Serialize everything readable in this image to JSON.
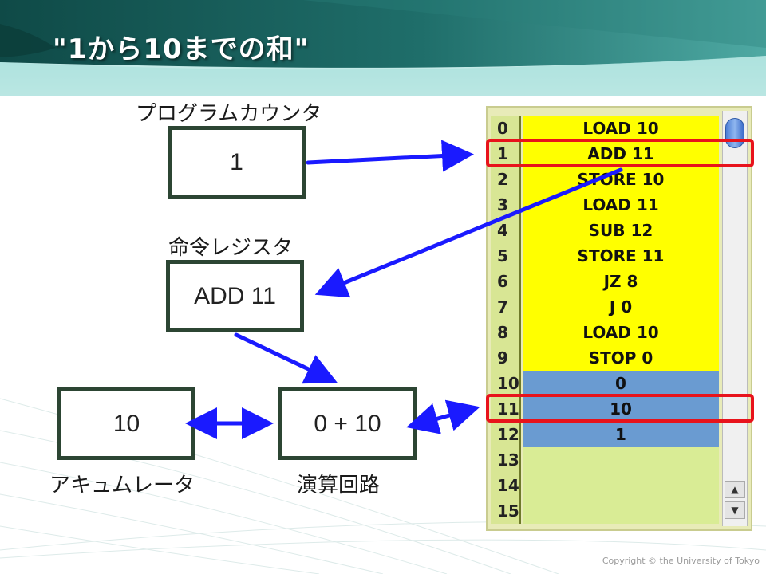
{
  "slide": {
    "title": "\"1から10までの和\"",
    "copyright": "Copyright © the University of Tokyo"
  },
  "labels": {
    "program_counter": "プログラムカウンタ",
    "instruction_register": "命令レジスタ",
    "accumulator": "アキュムレータ",
    "alu": "演算回路"
  },
  "registers": {
    "program_counter_value": "1",
    "instruction_register_value": "ADD 11",
    "accumulator_value": "10",
    "alu_value": "0 + 10"
  },
  "memory": {
    "rows": [
      {
        "addr": "0",
        "value": "LOAD  10",
        "kind": "instruction"
      },
      {
        "addr": "1",
        "value": "ADD  11",
        "kind": "instruction"
      },
      {
        "addr": "2",
        "value": "STORE  10",
        "kind": "instruction"
      },
      {
        "addr": "3",
        "value": "LOAD  11",
        "kind": "instruction"
      },
      {
        "addr": "4",
        "value": "SUB  12",
        "kind": "instruction"
      },
      {
        "addr": "5",
        "value": "STORE  11",
        "kind": "instruction"
      },
      {
        "addr": "6",
        "value": "JZ  8",
        "kind": "instruction"
      },
      {
        "addr": "7",
        "value": "J  0",
        "kind": "instruction"
      },
      {
        "addr": "8",
        "value": "LOAD  10",
        "kind": "instruction"
      },
      {
        "addr": "9",
        "value": "STOP  0",
        "kind": "instruction"
      },
      {
        "addr": "10",
        "value": "0",
        "kind": "data"
      },
      {
        "addr": "11",
        "value": "10",
        "kind": "data"
      },
      {
        "addr": "12",
        "value": "1",
        "kind": "data"
      },
      {
        "addr": "13",
        "value": "",
        "kind": "empty"
      },
      {
        "addr": "14",
        "value": "",
        "kind": "empty"
      },
      {
        "addr": "15",
        "value": "",
        "kind": "empty"
      }
    ],
    "highlighted_addresses": [
      "1",
      "11"
    ],
    "scroll_up_icon": "▲",
    "scroll_down_icon": "▼"
  },
  "colors": {
    "instruction_bg": "#ffff00",
    "data_bg": "#6a9bd1",
    "empty_bg": "#d9ec95",
    "arrow": "#1a1aff",
    "highlight": "#e8131b",
    "box_border": "#2c4533",
    "header_dark": "#1b5a57",
    "header_light": "#6fc7c2"
  }
}
